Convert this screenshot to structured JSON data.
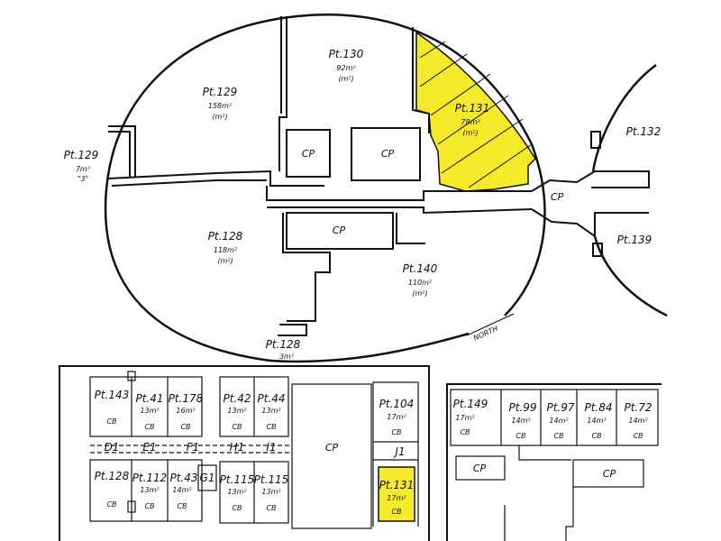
{
  "colors": {
    "ink": "#111111",
    "highlight": "#f7ea2a",
    "paper": "#ffffff"
  },
  "upper": {
    "pt129_main": {
      "name": "Pt.129",
      "area": "158m²",
      "unit": "(m²)"
    },
    "pt130": {
      "name": "Pt.130",
      "area": "92m²",
      "unit": "(m²)"
    },
    "pt131": {
      "name": "Pt.131",
      "area": "78m²",
      "unit": "(m²)"
    },
    "pt132": {
      "name": "Pt.132"
    },
    "pt129_small": {
      "name": "Pt.129",
      "area": "7m²",
      "unit": "\"3\""
    },
    "pt128_main": {
      "name": "Pt.128",
      "area": "118m²",
      "unit": "(m²)"
    },
    "pt140": {
      "name": "Pt.140",
      "area": "110m²",
      "unit": "(m²)"
    },
    "pt139": {
      "name": "Pt.139"
    },
    "pt128_small": {
      "name": "Pt.128",
      "area": "3m²"
    },
    "cp_a": "CP",
    "cp_b": "CP",
    "cp_c": "CP",
    "cp_junction": "CP",
    "north": "NORTH"
  },
  "lower": {
    "cp_center": "CP",
    "cp_right_a": "CP",
    "cp_right_b": "CP",
    "row_labels": {
      "d1": "D1",
      "e1": "E1",
      "f1": "F1",
      "g1": "G1",
      "h1": "H1",
      "i1": "I1",
      "j1": "J1"
    },
    "cells": {
      "pt143": {
        "name": "Pt.143",
        "tag": "CB"
      },
      "pt41": {
        "name": "Pt.41",
        "area": "13m²",
        "tag": "CB"
      },
      "pt178": {
        "name": "Pt.178",
        "area": "16m²",
        "tag": "CB"
      },
      "pt42": {
        "name": "Pt.42",
        "area": "13m²",
        "tag": "CB"
      },
      "pt44": {
        "name": "Pt.44",
        "area": "13m²",
        "tag": "CB"
      },
      "pt104": {
        "name": "Pt.104",
        "area": "17m²",
        "tag": "CB"
      },
      "pt128b": {
        "name": "Pt.128",
        "tag": "CB"
      },
      "pt112": {
        "name": "Pt.112",
        "area": "13m²",
        "tag": "CB"
      },
      "pt43": {
        "name": "Pt.43",
        "area": "14m²",
        "tag": "CB"
      },
      "pt115a": {
        "name": "Pt.115",
        "area": "13m²",
        "tag": "CB"
      },
      "pt115b": {
        "name": "Pt.115",
        "area": "13m²",
        "tag": "CB"
      },
      "pt131b": {
        "name": "Pt.131",
        "area": "17m²",
        "tag": "CB"
      },
      "pt149": {
        "name": "Pt.149",
        "area": "17m²",
        "tag": "CB"
      },
      "pt99": {
        "name": "Pt.99",
        "area": "14m²",
        "tag": "CB"
      },
      "pt97": {
        "name": "Pt.97",
        "area": "14m²",
        "tag": "CB"
      },
      "pt84": {
        "name": "Pt.84",
        "area": "14m²",
        "tag": "CB"
      },
      "pt72": {
        "name": "Pt.72",
        "area": "14m²",
        "tag": "CB"
      }
    }
  }
}
